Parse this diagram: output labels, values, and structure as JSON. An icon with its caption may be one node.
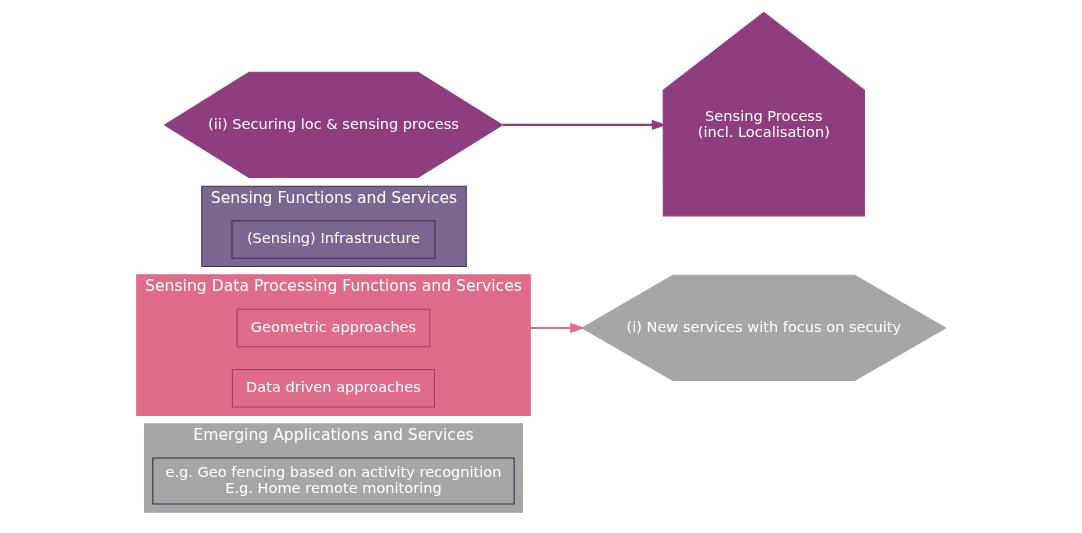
{
  "diagram": {
    "nodes": [
      {
        "text": [
          "Emerging Applications and Services"
        ]
      },
      {
        "text": [
          "e.g. Geo fencing based on activity recognition",
          "E.g. Home remote monitoring"
        ],
        "in": 0
      },
      {
        "text": [
          "Sensing Data Processing Functions and Services"
        ]
      },
      {
        "text": [
          "Geometric approaches"
        ],
        "in": 2
      },
      {
        "text": [
          "Data driven approaches"
        ],
        "in": 2
      },
      {
        "text": [
          "Sensing Functions and Services"
        ]
      },
      {
        "text": [
          "(Sensing) Infrastructure"
        ],
        "in": 5
      },
      {
        "text": [
          "Sensing Process",
          "(incl. Localisation)"
        ]
      },
      {
        "text": [
          "(i) New services with focus on secuity"
        ]
      },
      {
        "text": [
          "(ii) Securing loc & sensing process"
        ]
      }
    ],
    "edges": [
      {
        "from": 2,
        "to": 8,
        "arrow": "to",
        "color": "#e06c8c"
      },
      {
        "from": 9,
        "to": 7,
        "arrow": "to",
        "color": "#8e3d7e"
      }
    ]
  }
}
